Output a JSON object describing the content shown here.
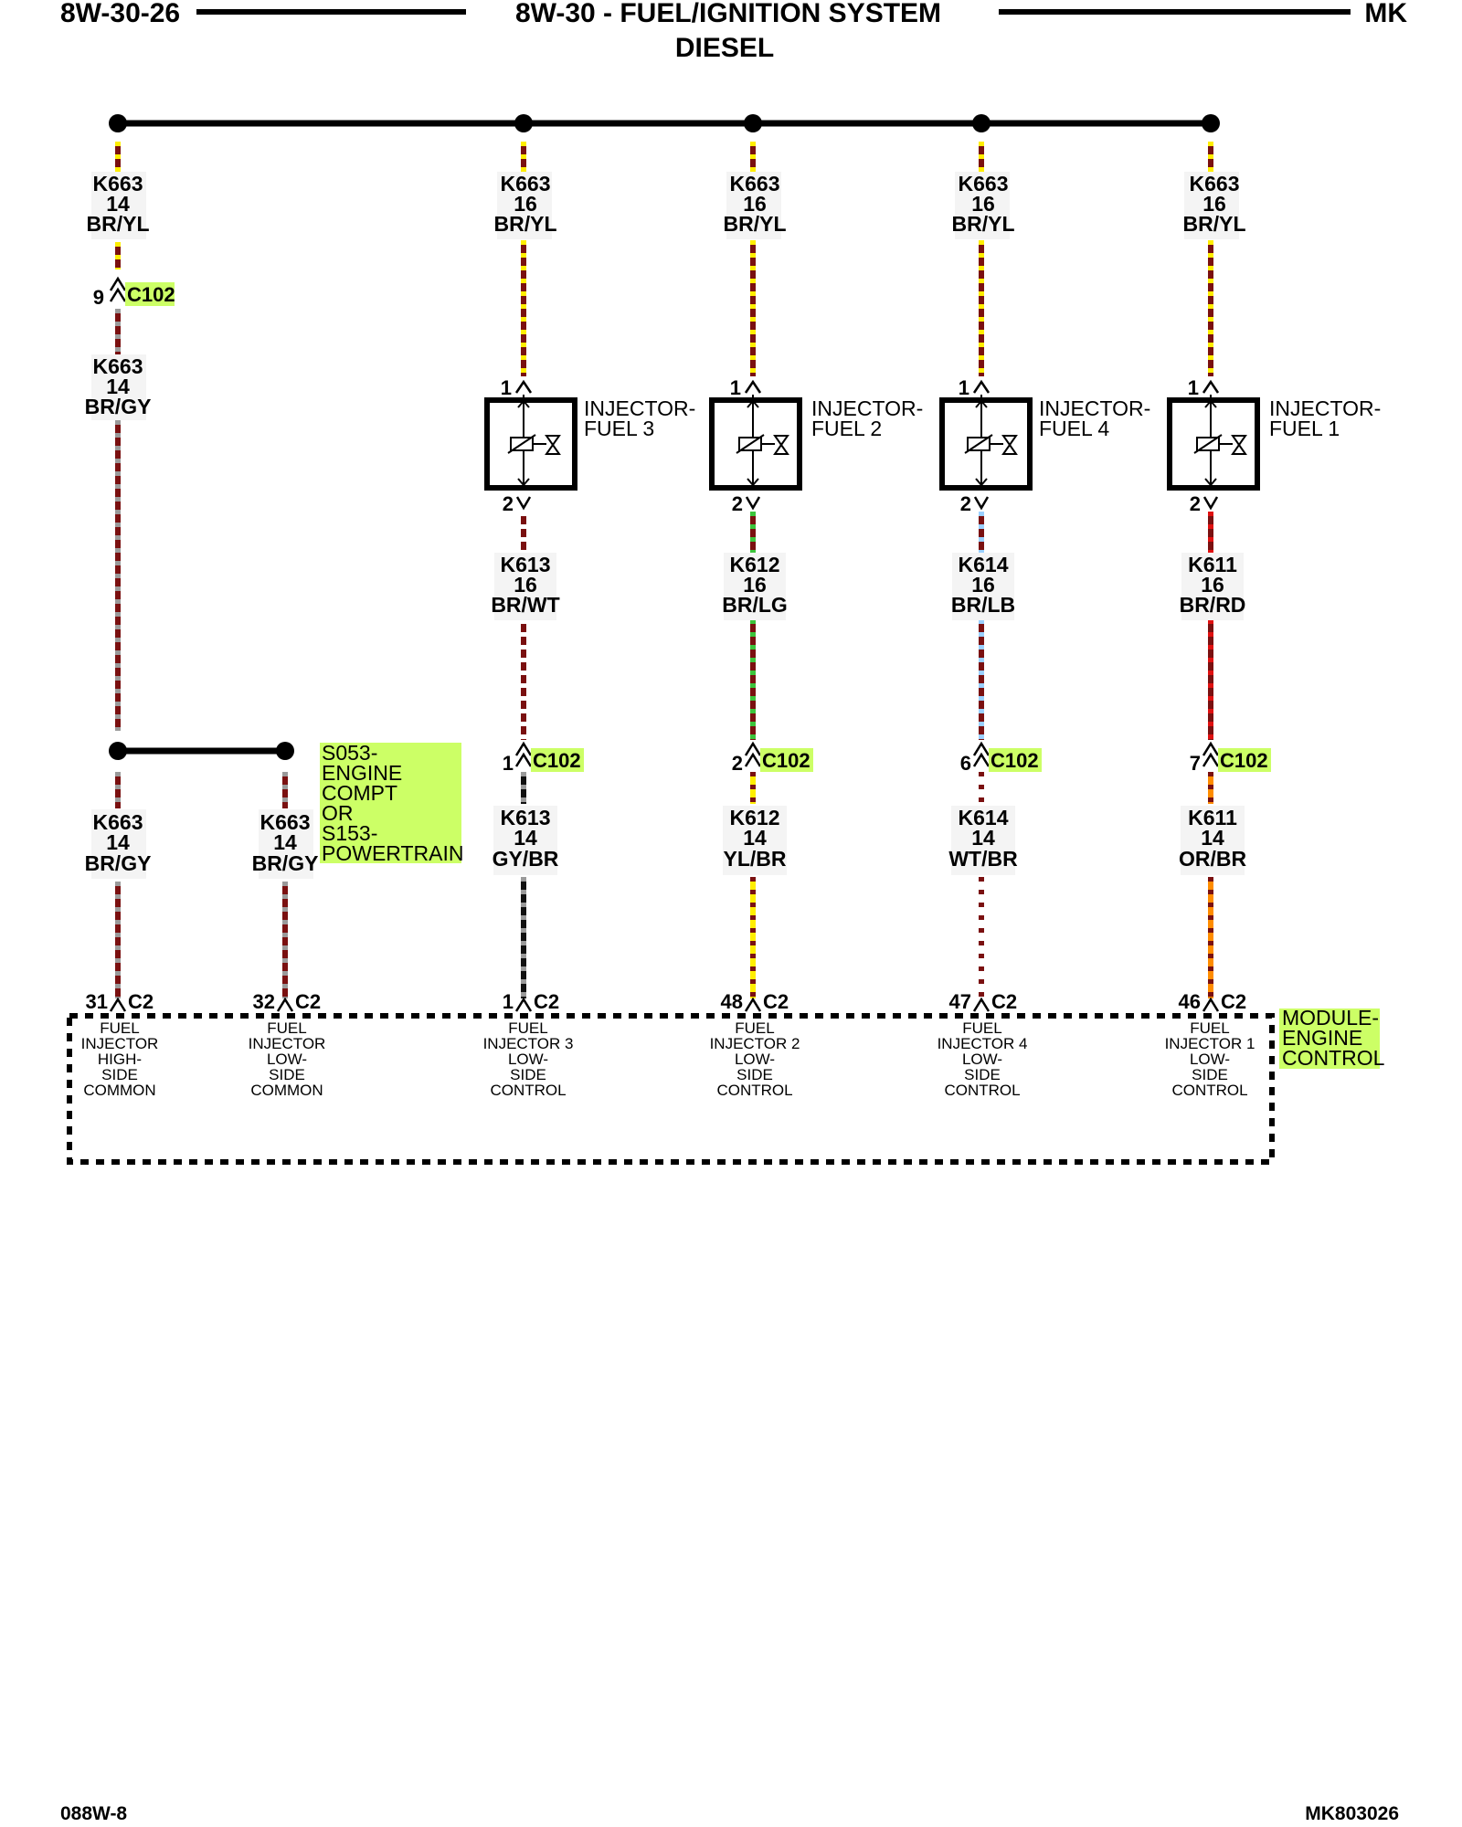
{
  "header": {
    "left": "8W-30-26",
    "title": "8W-30 - FUEL/IGNITION SYSTEM",
    "subtitle": "DIESEL",
    "right": "MK"
  },
  "footer": {
    "left": "088W-8",
    "right": "MK803026"
  },
  "colors": {
    "brown": "#7a1010",
    "yellow": "#ffee00",
    "gray": "#9a9a9a",
    "white": "#ffffff",
    "light_green": "#3cc43c",
    "light_blue": "#9ad0ff",
    "red": "#e01010",
    "orange": "#ff8c00",
    "black": "#111111",
    "highlight": "#ccff66"
  },
  "left_column": {
    "top_wire": {
      "circuit": "K663",
      "gauge": "14",
      "color": "BR/YL"
    },
    "connector": {
      "pin": "9",
      "name": "C102"
    },
    "mid_wire": {
      "circuit": "K663",
      "gauge": "14",
      "color": "BR/GY"
    },
    "branch_a": {
      "circuit": "K663",
      "gauge": "14",
      "color": "BR/GY"
    },
    "branch_b": {
      "circuit": "K663",
      "gauge": "14",
      "color": "BR/GY"
    },
    "splice_label": [
      "S053-",
      "ENGINE",
      "COMPT",
      "OR",
      "S153-",
      "POWERTRAIN"
    ],
    "pcm_pin_a": {
      "pin": "31",
      "conn": "C2",
      "desc": [
        "FUEL",
        "INJECTOR",
        "HIGH-",
        "SIDE",
        "COMMON"
      ]
    },
    "pcm_pin_b": {
      "pin": "32",
      "conn": "C2",
      "desc": [
        "FUEL",
        "INJECTOR",
        "LOW-",
        "SIDE",
        "COMMON"
      ]
    }
  },
  "injectors": [
    {
      "feed": {
        "circuit": "K663",
        "gauge": "16",
        "color": "BR/YL"
      },
      "pin_in": "1",
      "pin_out": "2",
      "label": [
        "INJECTOR-",
        "FUEL 3"
      ],
      "out_wire": {
        "circuit": "K613",
        "gauge": "16",
        "color": "BR/WT"
      },
      "c102": {
        "pin": "1",
        "name": "C102"
      },
      "pcm_wire": {
        "circuit": "K613",
        "gauge": "14",
        "color": "GY/BR"
      },
      "pcm_pin": {
        "pin": "1",
        "conn": "C2",
        "desc": [
          "FUEL",
          "INJECTOR 3",
          "LOW-",
          "SIDE",
          "CONTROL"
        ]
      }
    },
    {
      "feed": {
        "circuit": "K663",
        "gauge": "16",
        "color": "BR/YL"
      },
      "pin_in": "1",
      "pin_out": "2",
      "label": [
        "INJECTOR-",
        "FUEL 2"
      ],
      "out_wire": {
        "circuit": "K612",
        "gauge": "16",
        "color": "BR/LG"
      },
      "c102": {
        "pin": "2",
        "name": "C102"
      },
      "pcm_wire": {
        "circuit": "K612",
        "gauge": "14",
        "color": "YL/BR"
      },
      "pcm_pin": {
        "pin": "48",
        "conn": "C2",
        "desc": [
          "FUEL",
          "INJECTOR 2",
          "LOW-",
          "SIDE",
          "CONTROL"
        ]
      }
    },
    {
      "feed": {
        "circuit": "K663",
        "gauge": "16",
        "color": "BR/YL"
      },
      "pin_in": "1",
      "pin_out": "2",
      "label": [
        "INJECTOR-",
        "FUEL 4"
      ],
      "out_wire": {
        "circuit": "K614",
        "gauge": "16",
        "color": "BR/LB"
      },
      "c102": {
        "pin": "6",
        "name": "C102"
      },
      "pcm_wire": {
        "circuit": "K614",
        "gauge": "14",
        "color": "WT/BR"
      },
      "pcm_pin": {
        "pin": "47",
        "conn": "C2",
        "desc": [
          "FUEL",
          "INJECTOR 4",
          "LOW-",
          "SIDE",
          "CONTROL"
        ]
      }
    },
    {
      "feed": {
        "circuit": "K663",
        "gauge": "16",
        "color": "BR/YL"
      },
      "pin_in": "1",
      "pin_out": "2",
      "label": [
        "INJECTOR-",
        "FUEL 1"
      ],
      "out_wire": {
        "circuit": "K611",
        "gauge": "16",
        "color": "BR/RD"
      },
      "c102": {
        "pin": "7",
        "name": "C102"
      },
      "pcm_wire": {
        "circuit": "K611",
        "gauge": "14",
        "color": "OR/BR"
      },
      "pcm_pin": {
        "pin": "46",
        "conn": "C2",
        "desc": [
          "FUEL",
          "INJECTOR 1",
          "LOW-",
          "SIDE",
          "CONTROL"
        ]
      }
    }
  ],
  "module": {
    "label": [
      "MODULE-",
      "ENGINE",
      "CONTROL"
    ]
  }
}
